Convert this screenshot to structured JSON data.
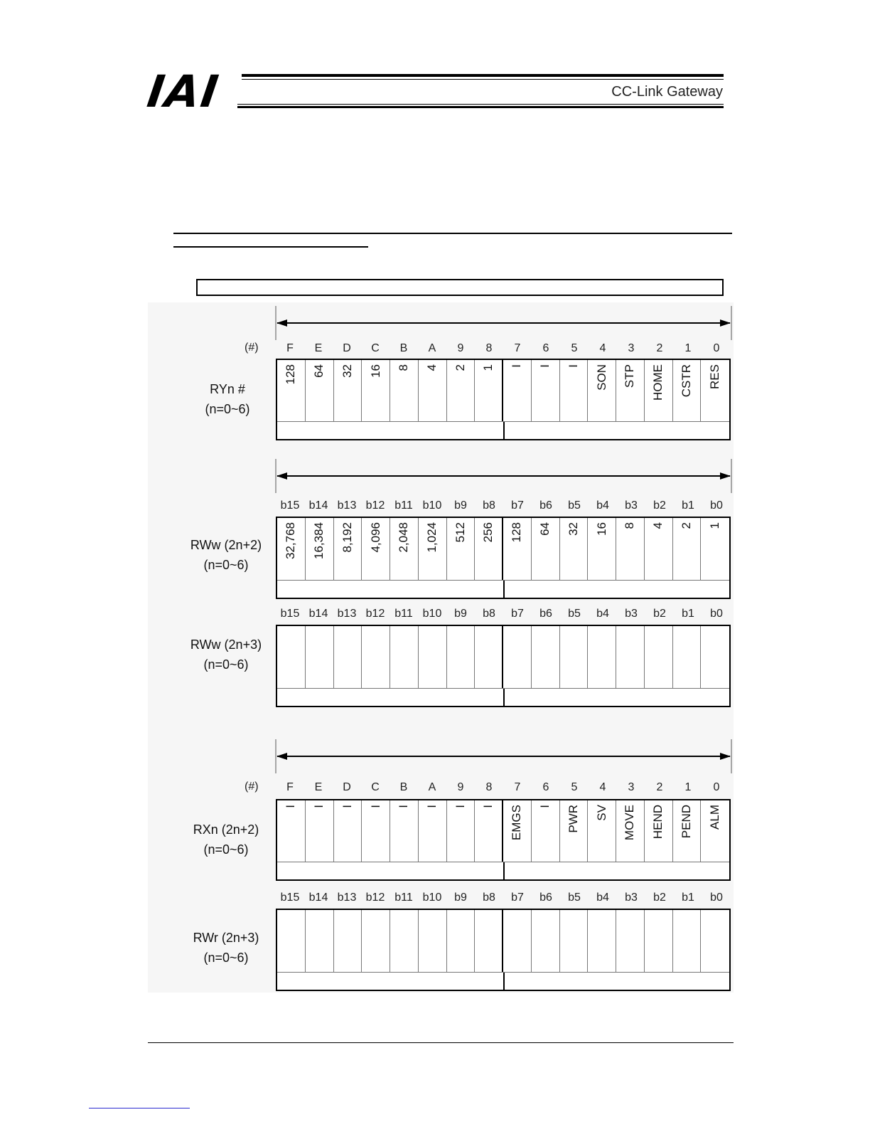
{
  "header": {
    "logo": "IAI",
    "title": "CC-Link Gateway"
  },
  "hash_label": "(#)",
  "hex_cols": [
    "F",
    "E",
    "D",
    "C",
    "B",
    "A",
    "9",
    "8",
    "7",
    "6",
    "5",
    "4",
    "3",
    "2",
    "1",
    "0"
  ],
  "bit_cols": [
    "b15",
    "b14",
    "b13",
    "b12",
    "b11",
    "b10",
    "b9",
    "b8",
    "b7",
    "b6",
    "b5",
    "b4",
    "b3",
    "b2",
    "b1",
    "b0"
  ],
  "registers": {
    "ryn": {
      "label1": "RYn #",
      "label2": "(n=0~6)",
      "cells": [
        "128",
        "64",
        "32",
        "16",
        "8",
        "4",
        "2",
        "1",
        "I",
        "I",
        "I",
        "SON",
        "STP",
        "HOME",
        "CSTR",
        "RES"
      ]
    },
    "rww2": {
      "label1": "RWw (2n+2)",
      "label2": "(n=0~6)",
      "cells": [
        "32,768",
        "16,384",
        "8,192",
        "4,096",
        "2,048",
        "1,024",
        "512",
        "256",
        "128",
        "64",
        "32",
        "16",
        "8",
        "4",
        "2",
        "1"
      ]
    },
    "rww3": {
      "label1": "RWw (2n+3)",
      "label2": "(n=0~6)",
      "cells": [
        "",
        "",
        "",
        "",
        "",
        "",
        "",
        "",
        "",
        "",
        "",
        "",
        "",
        "",
        "",
        ""
      ]
    },
    "rxn": {
      "label1": "RXn (2n+2)",
      "label2": "(n=0~6)",
      "cells": [
        "I",
        "I",
        "I",
        "I",
        "I",
        "I",
        "I",
        "I",
        "EMGS",
        "I",
        "PWR",
        "SV",
        "MOVE",
        "HEND",
        "PEND",
        "ALM"
      ]
    },
    "rwr3": {
      "label1": "RWr (2n+3)",
      "label2": "(n=0~6)",
      "cells": [
        "",
        "",
        "",
        "",
        "",
        "",
        "",
        "",
        "",
        "",
        "",
        "",
        "",
        "",
        "",
        ""
      ]
    }
  }
}
